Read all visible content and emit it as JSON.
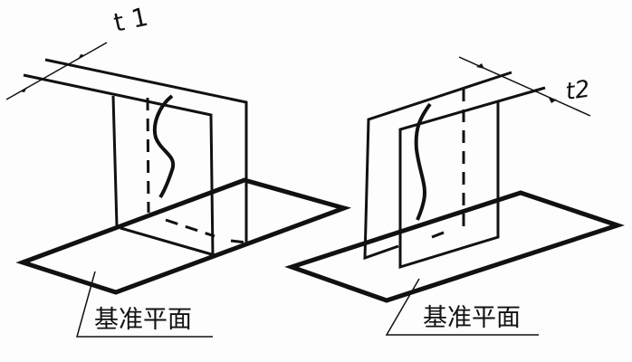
{
  "figure_left": {
    "dimension_label": "t 1",
    "reference_label": "基准平面"
  },
  "figure_right": {
    "dimension_label": "t2",
    "reference_label": "基准平面"
  },
  "colors": {
    "line": "#111111",
    "background": "#fdfdfd"
  }
}
